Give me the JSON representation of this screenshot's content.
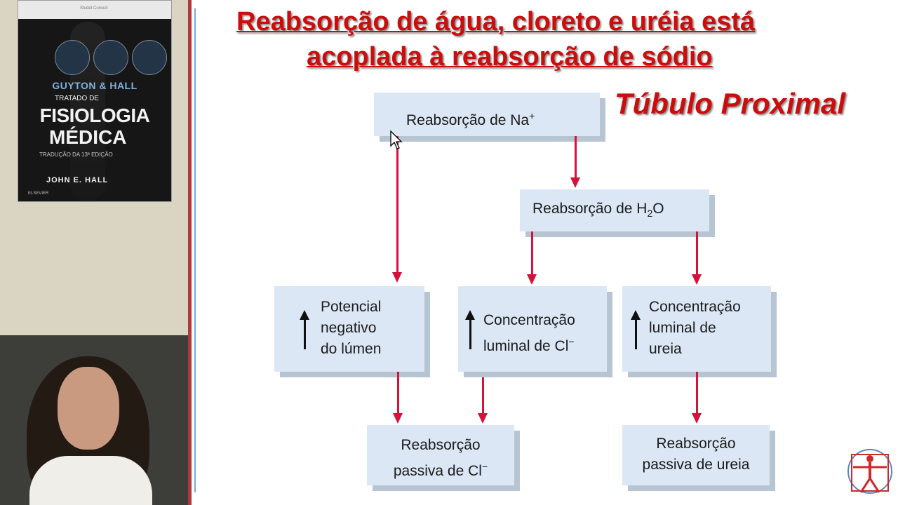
{
  "book": {
    "top_band_text": "Studet Consult",
    "author_top": "GUYTON & HALL",
    "tratado": "TRATADO DE",
    "title_line1": "FISIOLOGIA",
    "title_line2": "MÉDICA",
    "traducao": "TRADUÇÃO DA 13ª EDIÇÃO",
    "author": "JOHN E. HALL",
    "publisher": "ELSEVIER"
  },
  "slide": {
    "title_line1": "Reabsorção de água, cloreto e uréia está",
    "title_line2": "acoplada à reabsorção de sódio",
    "subtitle": "Túbulo Proximal",
    "boxes": {
      "na": {
        "text": "Reabsorção de Na",
        "sup": "+"
      },
      "h2o": {
        "text_a": "Reabsorção de H",
        "sub": "2",
        "text_b": "O"
      },
      "potencial": [
        "Potencial",
        "negativo",
        "do lúmen"
      ],
      "conc_cl": [
        "Concentração",
        "luminal de Cl",
        "−"
      ],
      "conc_ureia": [
        "Concentração",
        "luminal de",
        "ureia"
      ],
      "passiva_cl": [
        "Reabsorção",
        "passiva de Cl",
        "−"
      ],
      "passiva_ureia": [
        "Reabsorção",
        "passiva de ureia"
      ]
    }
  },
  "colors": {
    "title_red": "#cc0d0d",
    "arrow_red": "#d4123a",
    "box_fill": "#dbe7f4",
    "box_shadow": "#b7c4d2",
    "divider": "#b03a3a"
  },
  "icons": [
    "up-arrow-icon",
    "mouse-cursor-icon",
    "vitruvian-logo-icon"
  ]
}
